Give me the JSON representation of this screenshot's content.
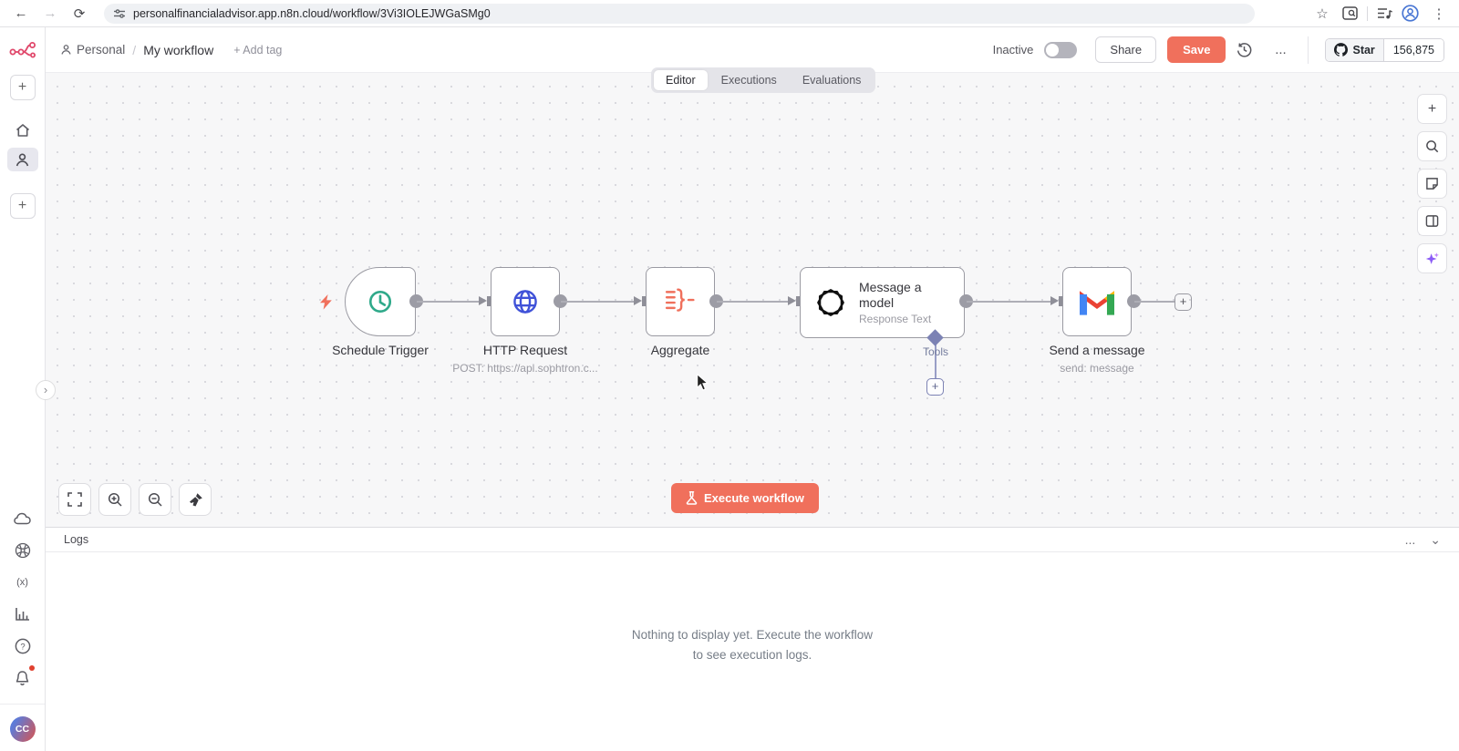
{
  "browser": {
    "url": "personalfinancialadvisor.app.n8n.cloud/workflow/3Vi3IOLEJWGaSMg0"
  },
  "glyphs": {
    "plus": "+",
    "more_h": "...",
    "more_v": "⋮",
    "star": "☆",
    "chevron_right": "›",
    "chevron_down": "⌄",
    "variables": "(x)",
    "back": "←",
    "forward": "→",
    "reload": "⟳"
  },
  "sidebar": {
    "avatar_initials": "CC"
  },
  "header": {
    "breadcrumb": {
      "project": "Personal",
      "separator": "/",
      "workflow": "My workflow",
      "add_tag": "+ Add tag"
    },
    "status_label": "Inactive",
    "share_label": "Share",
    "save_label": "Save",
    "github": {
      "star_label": "Star",
      "star_count": "156,875"
    }
  },
  "tabs": [
    {
      "label": "Editor",
      "active": true
    },
    {
      "label": "Executions",
      "active": false
    },
    {
      "label": "Evaluations",
      "active": false
    }
  ],
  "canvas": {
    "nodes": [
      {
        "name": "Schedule Trigger",
        "subtitle": "",
        "icon": "clock-icon"
      },
      {
        "name": "HTTP Request",
        "subtitle": "POST: https://api.sophtron.c...",
        "icon": "globe-icon"
      },
      {
        "name": "Aggregate",
        "subtitle": "",
        "icon": "aggregate-icon"
      },
      {
        "name": "Message a model",
        "subtitle": "Response Text",
        "icon": "openai-icon",
        "connector_label": "Tools"
      },
      {
        "name": "Send a message",
        "subtitle": "send: message",
        "icon": "gmail-icon"
      }
    ],
    "execute_button_label": "Execute workflow"
  },
  "logs": {
    "title": "Logs",
    "empty_message": "Nothing to display yet. Execute the workflow to see execution logs."
  },
  "colors": {
    "primary": "#f0705c",
    "brand": "#e0486b",
    "node_border": "#9a9aa2",
    "tools": "#7c82b4"
  }
}
